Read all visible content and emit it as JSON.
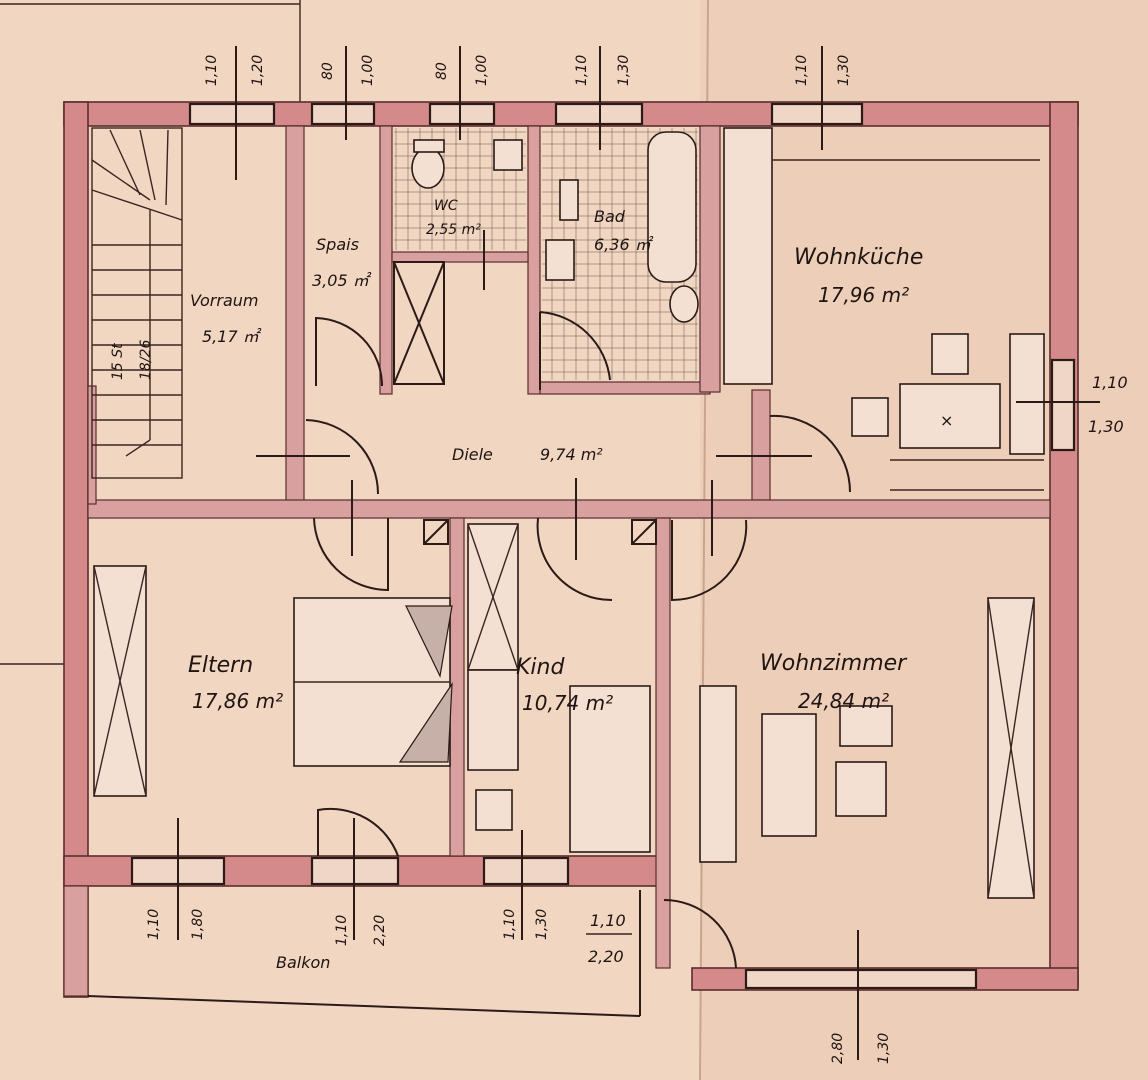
{
  "rooms": {
    "vorraum": {
      "name": "Vorraum",
      "area": "5,17 ㎡"
    },
    "spais": {
      "name": "Spais",
      "area": "3,05 ㎡"
    },
    "wc": {
      "name": "WC",
      "area": "2,55 m²"
    },
    "bad": {
      "name": "Bad",
      "area": "6,36 ㎡"
    },
    "wohnkueche": {
      "name": "Wohnküche",
      "area": "17,96 m²"
    },
    "diele": {
      "name": "Diele",
      "area": "9,74 m²"
    },
    "eltern": {
      "name": "Eltern",
      "area": "17,86 m²"
    },
    "kind": {
      "name": "Kind",
      "area": "10,74 m²"
    },
    "wohnzimmer": {
      "name": "Wohnzimmer",
      "area": "24,84 m²"
    },
    "balkon": {
      "name": "Balkon",
      "area": ""
    }
  },
  "stairs": {
    "label_a": "15 St",
    "label_b": "18/26"
  },
  "dimensions": {
    "top_vorraum": {
      "a": "1,10",
      "b": "1,20"
    },
    "top_spais": {
      "a": "80",
      "b": "1,00"
    },
    "top_wc": {
      "a": "80",
      "b": "1,00"
    },
    "top_bad": {
      "a": "1,10",
      "b": "1,30"
    },
    "top_kueche": {
      "a": "1,10",
      "b": "1,30"
    },
    "right_kueche": {
      "a": "1,10",
      "b": "1,30"
    },
    "bottom_eltern_left": {
      "a": "1,10",
      "b": "1,80"
    },
    "bottom_eltern_door": {
      "a": "1,10",
      "b": "2,20"
    },
    "bottom_kind": {
      "a": "1,10",
      "b": "1,30"
    },
    "bottom_balkon_door": {
      "a": "1,10",
      "b": "2,20"
    },
    "bottom_wohnzimmer": {
      "a": "2,80",
      "b": "1,30"
    }
  }
}
